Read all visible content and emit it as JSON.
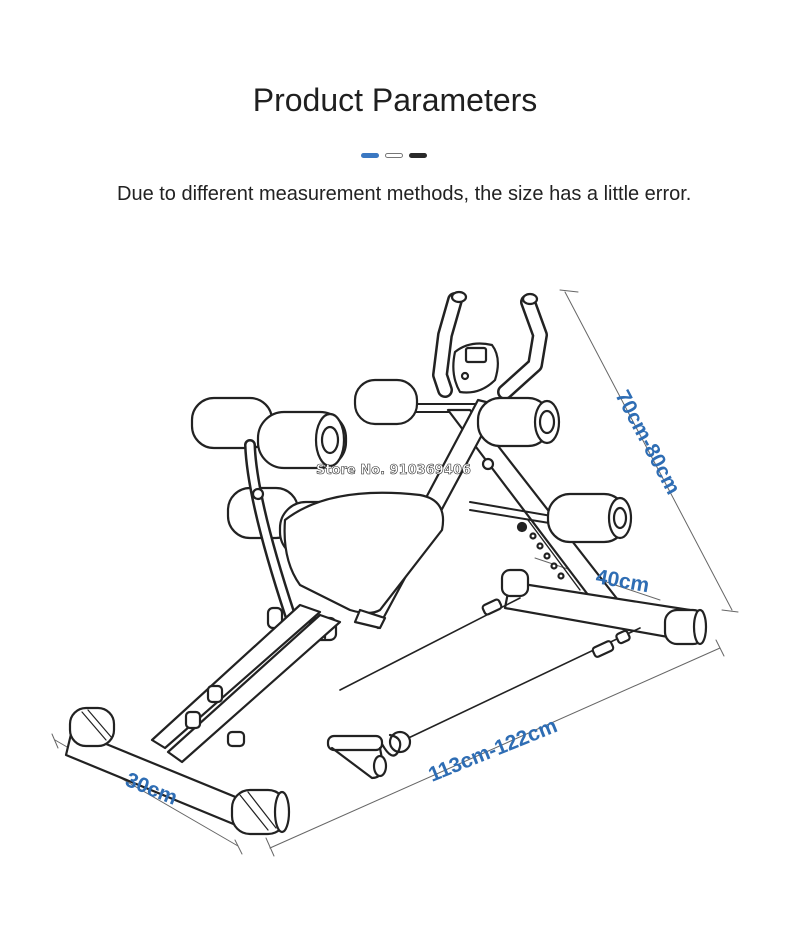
{
  "header": {
    "title": "Product Parameters",
    "subtitle": "Due to different measurement methods, the size has a little error."
  },
  "dimensions": {
    "height": "70cm-80cm",
    "width": "40cm",
    "length": "113cm-122cm",
    "foot_width": "30cm"
  },
  "watermark": "Store No. 910369406",
  "colors": {
    "accent": "#3a78c2",
    "dimension_text": "#2e6db4",
    "line_art": "#222222"
  }
}
